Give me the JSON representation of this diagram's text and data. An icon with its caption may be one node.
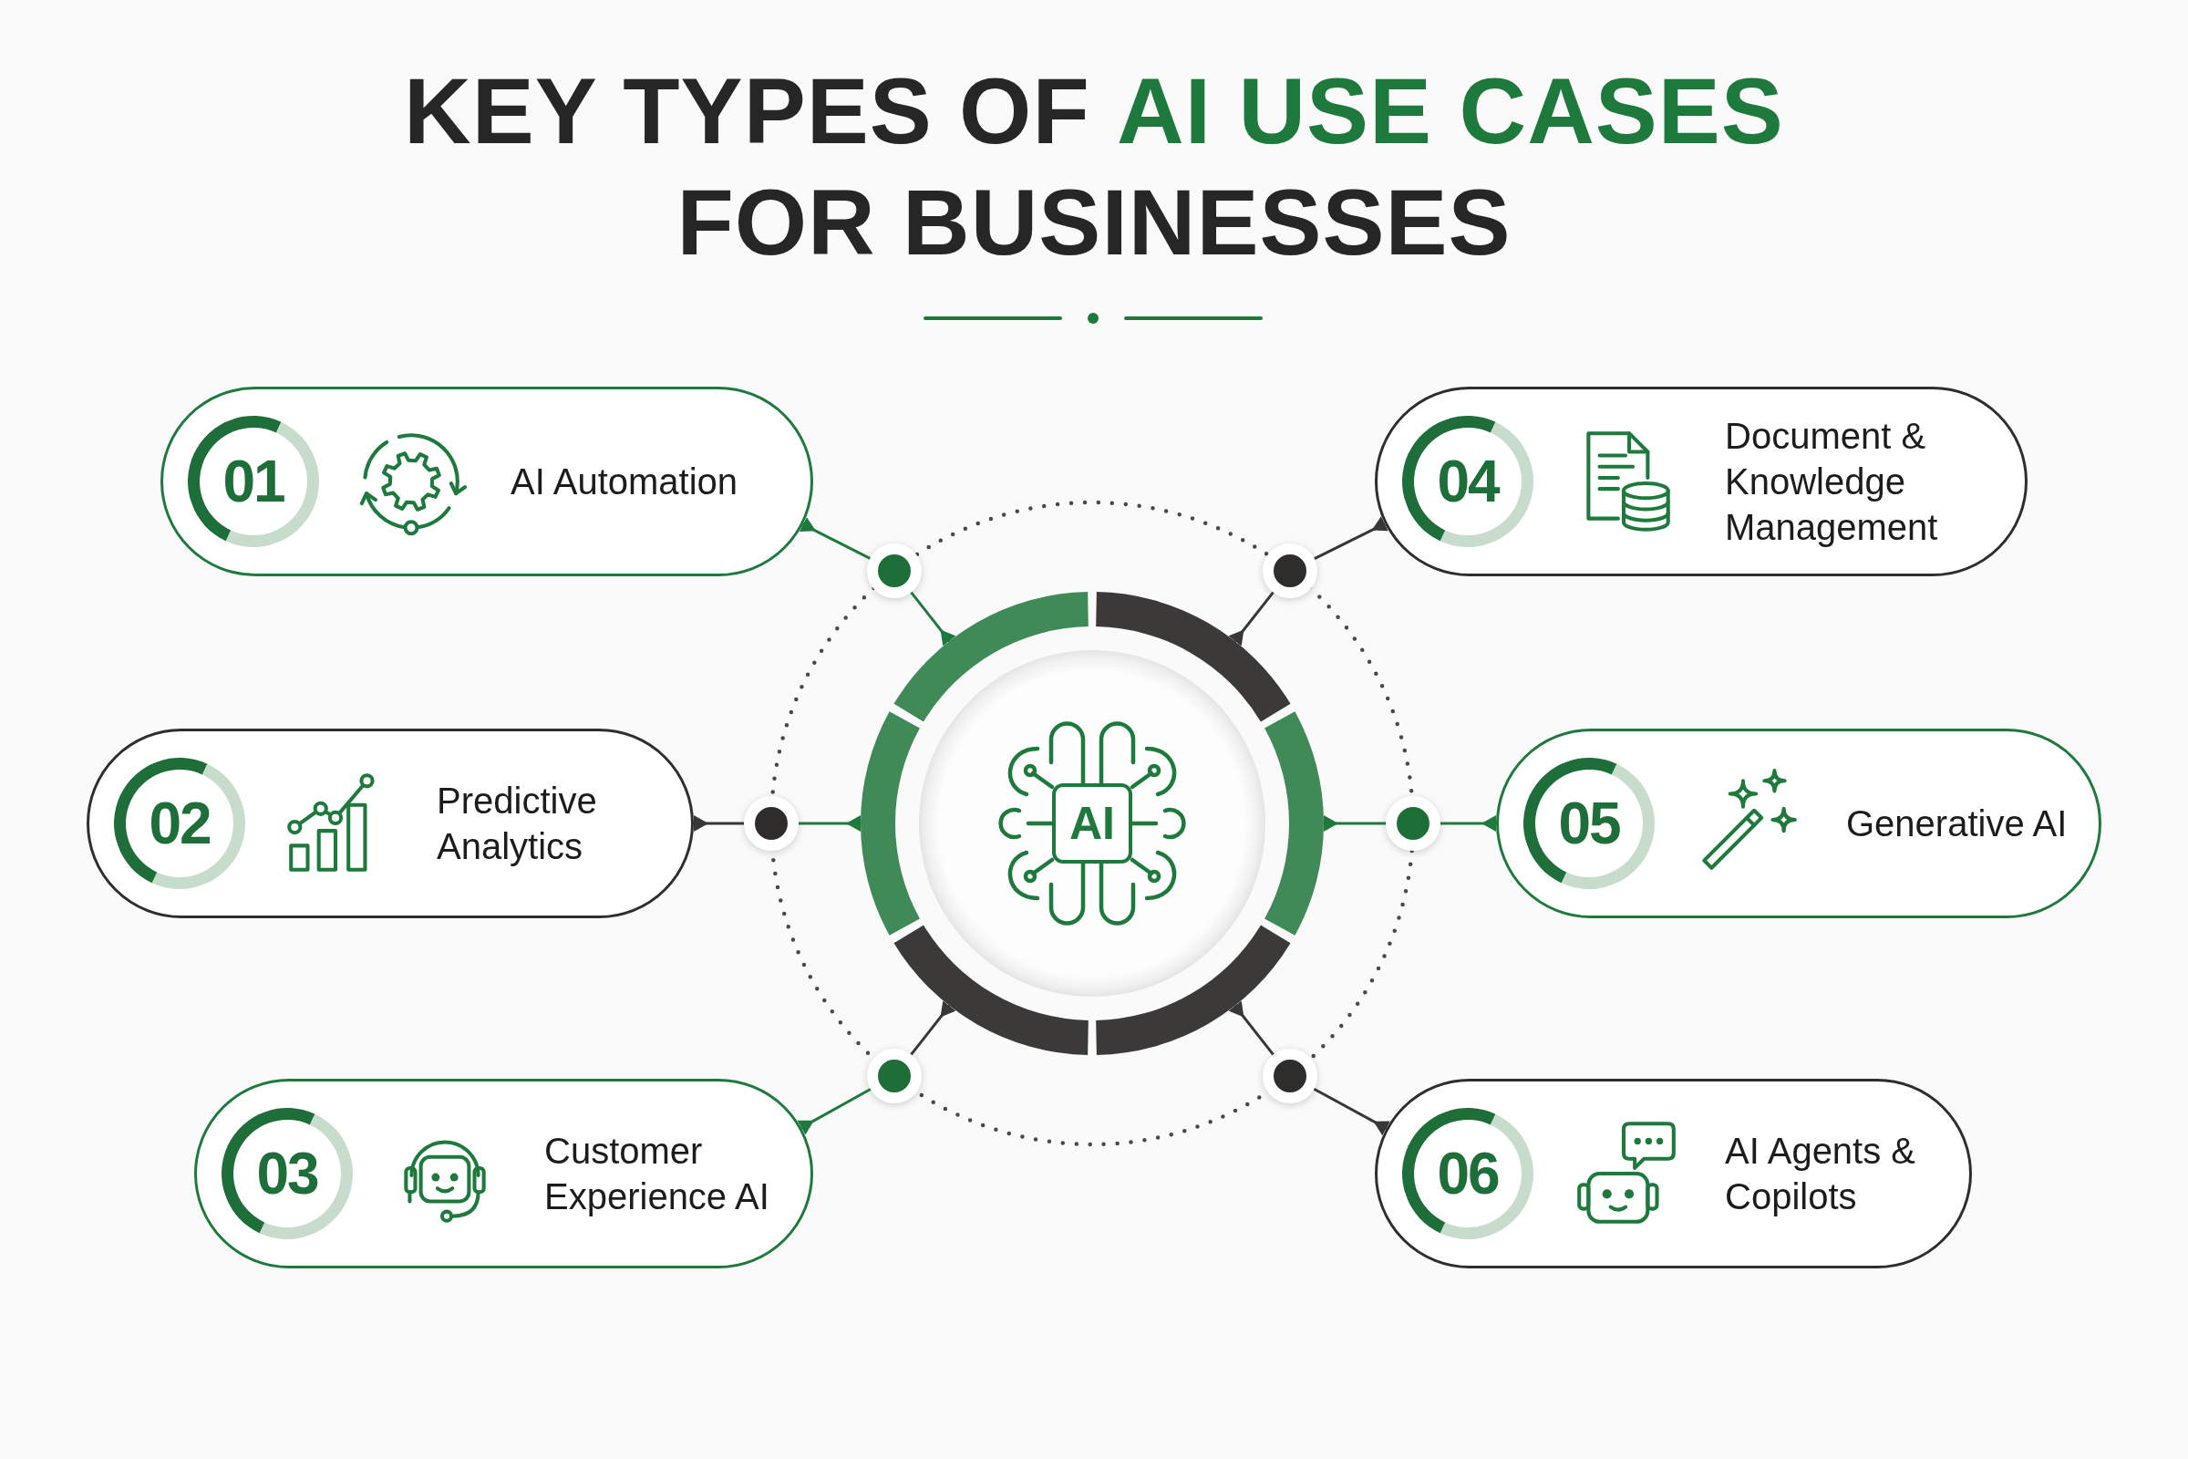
{
  "diagram": {
    "title": "KEY TYPES OF **AI USE CASES** FOR BUSINESSES",
    "nodes": [
      {
        "text": [
          "AI Automation"
        ]
      },
      {
        "text": [
          "01"
        ],
        "in": 0
      },
      {
        "text": [
          "Predictive Analytics"
        ]
      },
      {
        "text": [
          "02"
        ],
        "in": 2
      },
      {
        "text": [
          "Customer Experience AI"
        ]
      },
      {
        "text": [
          "03"
        ],
        "in": 4
      },
      {
        "text": [
          "Document & Knowledge Management"
        ]
      },
      {
        "text": [
          "04"
        ],
        "in": 6
      },
      {
        "text": [
          "Generative AI"
        ]
      },
      {
        "text": [
          "05"
        ],
        "in": 8
      },
      {
        "text": [
          "AI Agents & Copilots"
        ]
      },
      {
        "text": [
          "06"
        ],
        "in": 10
      },
      {
        "text": [
          "AI"
        ]
      },
      {
        "text": [],
        "shape": "circle"
      },
      {
        "text": [],
        "shape": "circle"
      },
      {
        "text": [],
        "shape": "circle"
      },
      {
        "text": [],
        "shape": "circle"
      },
      {
        "text": [],
        "shape": "circle"
      },
      {
        "text": [],
        "shape": "circle"
      }
    ],
    "edges": [
      {
        "from": 13,
        "to": 0,
        "arrow": "other",
        "color": "#1e7a3c"
      },
      {
        "from": 13,
        "to": 12,
        "arrow": "other",
        "color": "#1e7a3c"
      },
      {
        "from": 14,
        "to": 2,
        "arrow": "other"
      },
      {
        "from": 14,
        "to": 12,
        "arrow": "other",
        "color": "#1e7a3c"
      },
      {
        "from": 15,
        "to": 4,
        "arrow": "other",
        "color": "#1e7a3c"
      },
      {
        "from": 15,
        "to": 12,
        "arrow": "other"
      },
      {
        "from": 16,
        "to": 6,
        "arrow": "other"
      },
      {
        "from": 16,
        "to": 12,
        "arrow": "other"
      },
      {
        "from": 17,
        "to": 8,
        "arrow": "other",
        "color": "#1e7a3c"
      },
      {
        "from": 17,
        "to": 12,
        "arrow": "other",
        "color": "#1e7a3c"
      },
      {
        "from": 18,
        "to": 10,
        "arrow": "other"
      },
      {
        "from": 18,
        "to": 12,
        "arrow": "other"
      }
    ]
  }
}
